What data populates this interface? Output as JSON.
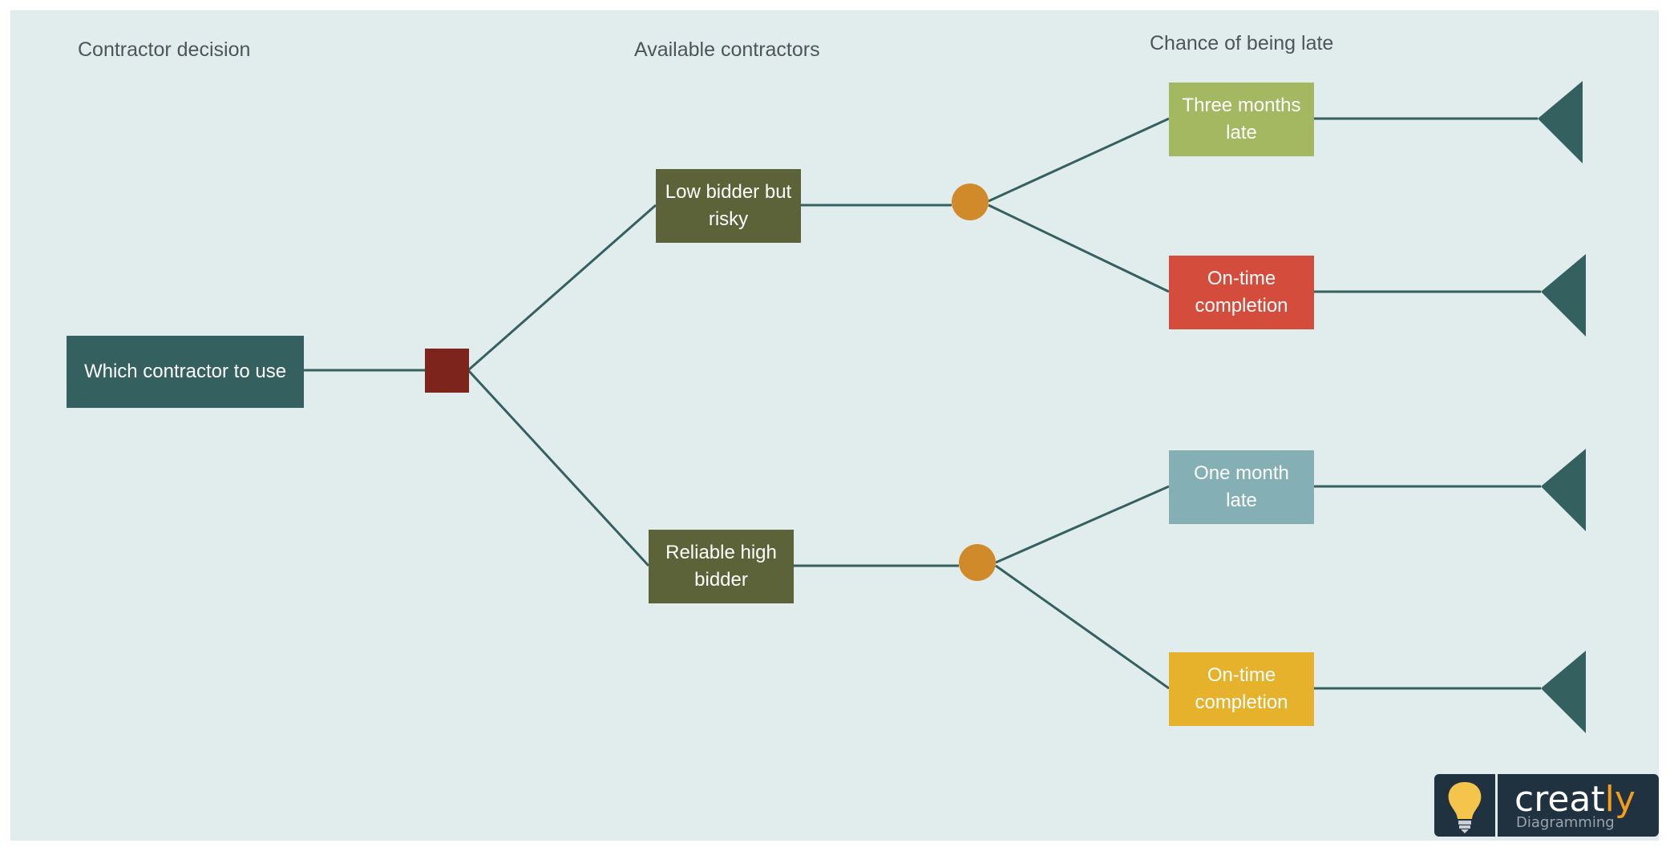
{
  "headers": {
    "col1": "Contractor decision",
    "col2": "Available contractors",
    "col3": "Chance of being late"
  },
  "nodes": {
    "root": "Which contractor to use",
    "low_bidder": "Low bidder but risky",
    "reliable": "Reliable high bidder",
    "three_months": "Three months late",
    "ontime_1": "On-time completion",
    "one_month": "One month late",
    "ontime_2": "On-time completion"
  },
  "colors": {
    "background": "#e1ecec",
    "root_box": "#356060",
    "decision_square": "#7d241d",
    "contractor_box": "#5d6338",
    "chance_circle": "#d18a2a",
    "three_months": "#a3b860",
    "ontime_red": "#d44c3b",
    "one_month": "#84afb4",
    "ontime_yellow": "#e6b22c",
    "line": "#356060",
    "end_triangle": "#356060"
  },
  "logo": {
    "word_main": "creat",
    "word_accent": "ly",
    "subtitle": "Diagramming"
  }
}
